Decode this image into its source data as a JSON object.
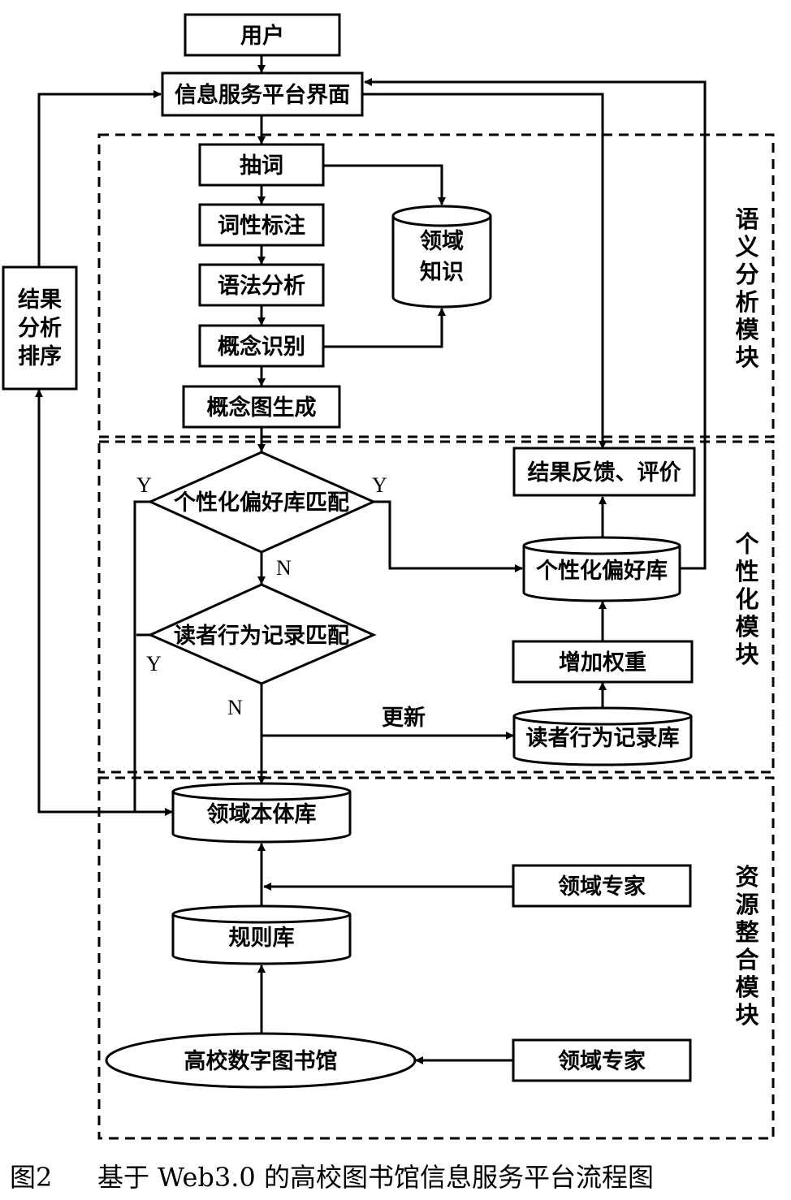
{
  "nodes": {
    "user": "用户",
    "platform": "信息服务平台界面",
    "extract": "抽词",
    "pos_tag": "词性标注",
    "syntax": "语法分析",
    "concept_recog": "概念识别",
    "concept_graph": "概念图生成",
    "domain_knowledge": [
      "领域",
      "知识"
    ],
    "result_sort": [
      "结果",
      "分析",
      "排序"
    ],
    "pref_match": "个性化偏好库匹配",
    "reader_match": "读者行为记录匹配",
    "feedback": "结果反馈、评价",
    "pref_db": "个性化偏好库",
    "add_weight": "增加权重",
    "reader_db": "读者行为记录库",
    "ontology_db": "领域本体库",
    "expert_1": "领域专家",
    "rule_db": "规则库",
    "library": "高校数字图书馆",
    "expert_2": "领域专家"
  },
  "edge_labels": {
    "pref_yes_left": "Y",
    "pref_yes_right": "Y",
    "pref_no": "N",
    "reader_yes": "Y",
    "reader_no": "N",
    "update": "更新"
  },
  "modules": {
    "semantic": [
      "语",
      "义",
      "分",
      "析",
      "模",
      "块"
    ],
    "personal": [
      "个",
      "性",
      "化",
      "模",
      "块"
    ],
    "resource": [
      "资",
      "源",
      "整",
      "合",
      "模",
      "块"
    ]
  },
  "caption": {
    "number": "图2",
    "text": "基于 Web3.0 的高校图书馆信息服务平台流程图"
  }
}
